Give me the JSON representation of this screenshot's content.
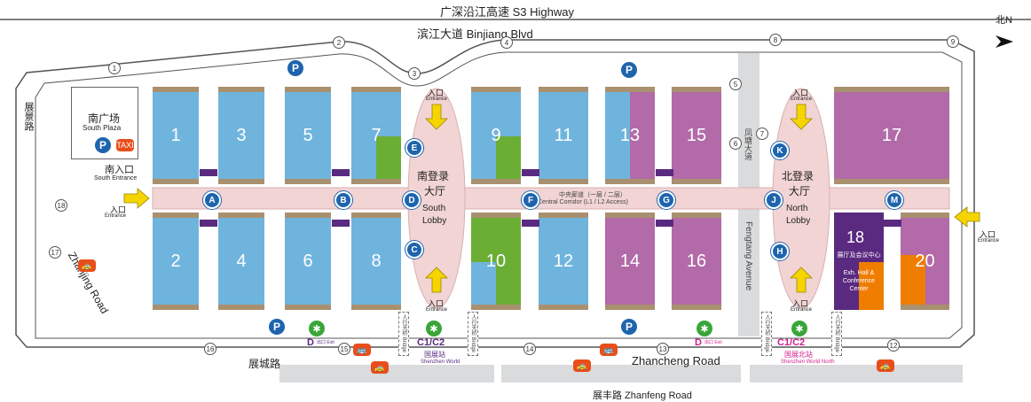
{
  "roads": {
    "top": "广深沿江高速 S3 Highway",
    "binjiang": "滨江大道 Binjiang Blvd",
    "zhancheng_cn": "展城路",
    "zhancheng_en": "Zhancheng Road",
    "zhanfeng": "展丰路  Zhanfeng Road",
    "zhanjing_cn": "展景路",
    "zhanjing_en": "Zhanjing Road",
    "fengtang_cn": "凤塘大道",
    "fengtang_en": "Fengtang Avenue"
  },
  "compass": "北N",
  "south_plaza": {
    "cn": "南广场",
    "en": "South Plaza",
    "taxi": "TAXI"
  },
  "south_entrance": {
    "cn": "南入口",
    "en": "South Entrance"
  },
  "entrance": {
    "cn": "入口",
    "en": "Entrance"
  },
  "south_lobby": {
    "cn1": "南登录",
    "cn2": "大厅",
    "en1": "South",
    "en2": "Lobby"
  },
  "north_lobby": {
    "cn1": "北登录",
    "cn2": "大厅",
    "en1": "North",
    "en2": "Lobby"
  },
  "corridor": {
    "cn": "中央廊道（一层 / 二层）",
    "en": "Central Corridor (L1 / L2 Access)"
  },
  "hall18": {
    "num": "18",
    "cn": "展厅及会议中心",
    "en": "Exh. Hall & Conference Center"
  },
  "halls": {
    "h1": "1",
    "h2": "2",
    "h3": "3",
    "h4": "4",
    "h5": "5",
    "h6": "6",
    "h7": "7",
    "h8": "8",
    "h9": "9",
    "h10": "10",
    "h11": "11",
    "h12": "12",
    "h13": "13",
    "h14": "14",
    "h15": "15",
    "h16": "16",
    "h17": "17",
    "h20": "20"
  },
  "gates": {
    "A": "A",
    "B": "B",
    "C": "C",
    "D": "D",
    "E": "E",
    "F": "F",
    "G": "G",
    "H": "H",
    "J": "J",
    "K": "K",
    "M": "M"
  },
  "parking": "P",
  "markers": {
    "m1": "1",
    "m2": "2",
    "m3": "3",
    "m4": "4",
    "m5": "5",
    "m6": "6",
    "m7": "7",
    "m8": "8",
    "m9": "9",
    "m12": "12",
    "m13": "13",
    "m14": "14",
    "m15": "15",
    "m16": "16",
    "m17": "17",
    "m18": "18"
  },
  "stations": {
    "d_exit": "D",
    "exit_small": "出口 Exit",
    "c1c2": "C1/C2",
    "south_cn": "国展站",
    "south_en": "Shenzhen World",
    "north_cn": "国展北站",
    "north_en": "Shenzhen World North"
  },
  "bridge_label": "人行天桥 Bridge",
  "colors": {
    "blue_hall": "#6fb4dd",
    "purple_hall": "#b26aa8",
    "green_zone": "#6aae34",
    "dark_purple": "#5a2a80",
    "lobby": "#f2d4d4",
    "gate_blue": "#1e64ad",
    "road": "#d9dbdd",
    "taxi": "#e84e1b",
    "metro": "#3aa53a"
  }
}
